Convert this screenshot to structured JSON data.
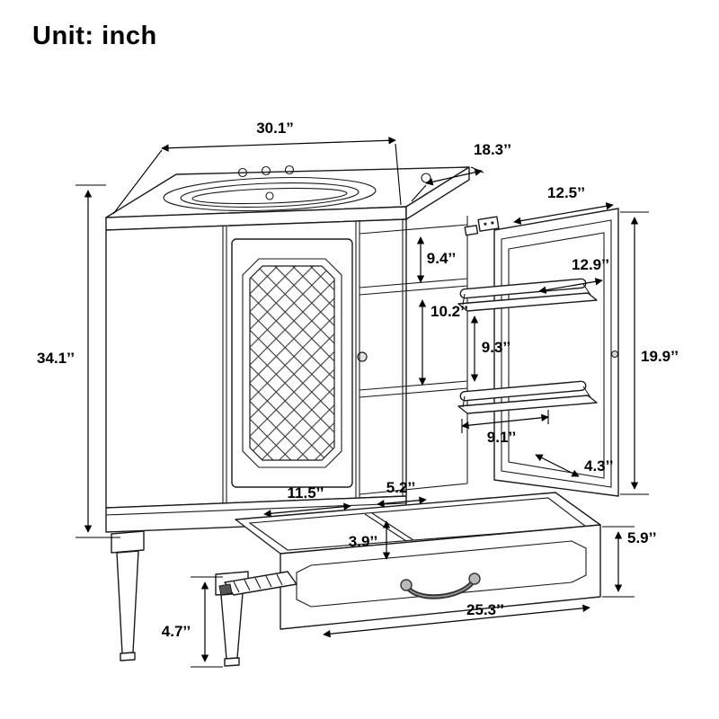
{
  "page": {
    "unit_label": "Unit: inch",
    "background": "#ffffff",
    "line_color": "#1b1b1b",
    "text_color": "#000000"
  },
  "figure": {
    "name": "bathroom-vanity-with-sink-line-drawing",
    "parts": [
      "countertop-sink",
      "lattice-door",
      "open-shelf-compartment",
      "open-right-door-with-rack",
      "pulled-out-drawer",
      "legs",
      "drawer-slide"
    ]
  },
  "dimensions": {
    "counter_width": "30.1”",
    "counter_depth": "18.3’’",
    "overall_height": "34.1’’",
    "door_top_depth": "12.5’’",
    "upper_compartment_height": "9.4’’",
    "lower_compartment_height": "10.2’’",
    "door_width": "12.9’’",
    "door_height": "19.9’’",
    "door_shelf_spacing": "9.3’’",
    "door_shelf_width": "9.1’’",
    "door_shelf_depth": "4.3’’",
    "drawer_left_section_width": "11.5’’",
    "drawer_right_section_width": "5.2’’",
    "drawer_divider_depth": "3.9’’",
    "drawer_front_height": "5.9’’",
    "drawer_width": "25.3’’",
    "leg_height": "4.7’’"
  }
}
